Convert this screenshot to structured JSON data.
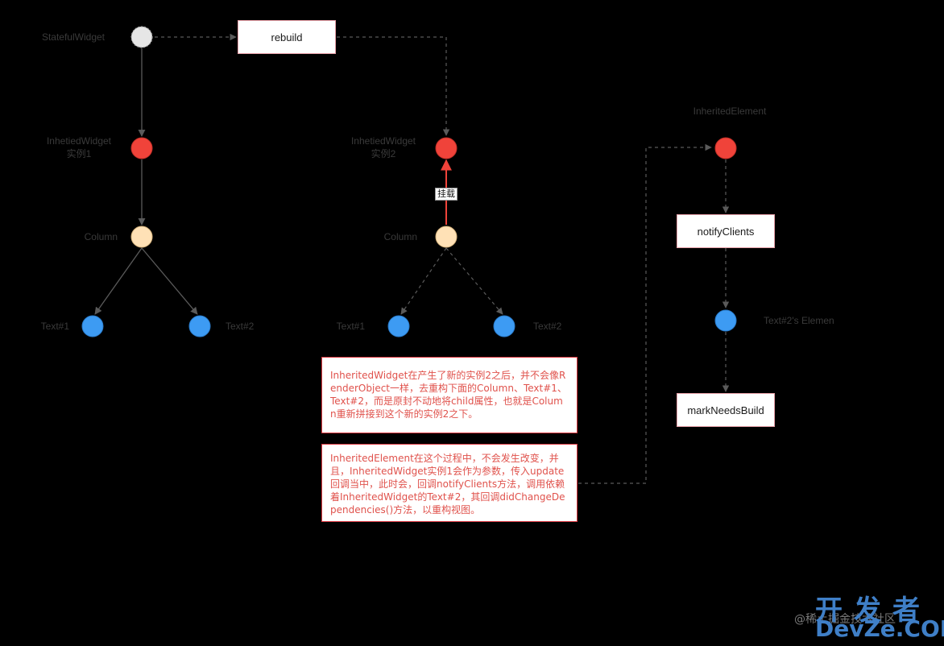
{
  "nodes": {
    "stateful_widget": "StatefulWidget",
    "inherited_widget_1": [
      "InhetiedWidget",
      "实例1"
    ],
    "column_1": "Column",
    "text1_a": "Text#1",
    "text2_a": "Text#2",
    "inherited_widget_2": [
      "InhetiedWidget",
      "实例2"
    ],
    "column_2": "Column",
    "text1_b": "Text#1",
    "text2_b": "Text#2",
    "inherited_element": "InheritedElement",
    "text2_element": "Text#2's Elemen"
  },
  "boxes": {
    "rebuild": "rebuild",
    "notify_clients": "notifyClients",
    "mark_needs_build": "markNeedsBuild"
  },
  "edge_labels": {
    "mount": "挂载"
  },
  "notes": {
    "note1": "InheritedWidget在产生了新的实例2之后，并不会像RenderObject一样，去重构下面的Column、Text#1、Text#2，而是原封不动地将child属性，也就是Column重新拼接到这个新的实例2之下。",
    "note2": "InheritedElement在这个过程中，不会发生改变，并且，InheritedWidget实例1会作为参数，传入update回调当中，此时会，回调notifyClients方法，调用依赖着InheritedWidget的Text#2，其回调didChangeDependencies()方法，以重构视图。"
  },
  "watermark": {
    "brand": "开发者",
    "site": "DevZe.COM",
    "author": "@稀土掘金技术社区"
  },
  "colors": {
    "gray_node": "#e6e6e6",
    "red_node": "#f0433a",
    "beige_node": "#ffe1b6",
    "blue_node": "#3d9bf3",
    "edge": "#5a5a5a",
    "mount_edge": "#f0433a"
  }
}
